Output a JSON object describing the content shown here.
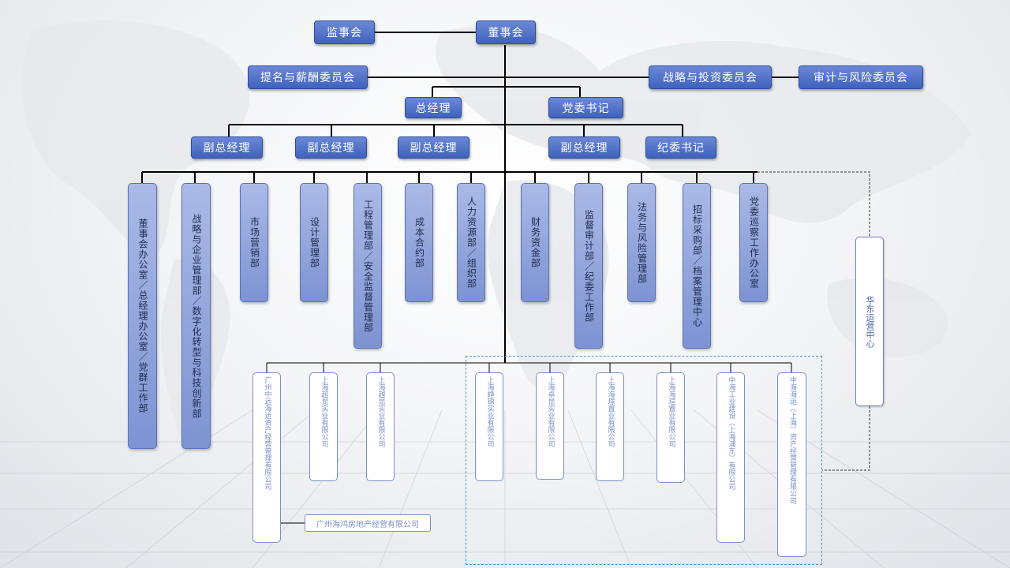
{
  "top": {
    "supervisory_board": "监事会",
    "board": "董事会"
  },
  "committees": {
    "nomination": "提名与薪酬委员会",
    "strategy": "战略与投资委员会",
    "audit_risk": "审计与风险委员会"
  },
  "executives": {
    "gm": "总经理",
    "party_secretary": "党委书记",
    "deputy_gm": [
      "副总经理",
      "副总经理",
      "副总经理",
      "副总经理"
    ],
    "discipline_secretary": "纪委书记"
  },
  "departments": [
    "董事会办公室／总经理办公室／党群工作部",
    "战略与企业管理部／数字化转型与科技创新部",
    "市场营销部",
    "设计管理部",
    "工程管理部／安全监督管理部",
    "成本合约部",
    "人力资源部／组织部",
    "财务资金部",
    "监督审计部／纪委工作部",
    "法务与风险管理部",
    "招标采购部／档案管理中心",
    "党委巡察工作办公室"
  ],
  "east_center": "华东运营中心",
  "subsidiaries": [
    "广州中远海运资产经营管理有限公司",
    "上海超昆实业有限公司",
    "上海越昆实业有限公司",
    "上海峥锦实业有限公司",
    "上海卓昆实业有限公司",
    "上海海璟置业有限公司",
    "上海海瑄置业有限公司",
    "中海工业建设（上海浦东）有限公司",
    "中海海运（上海）资产经营管理有限公司"
  ],
  "sub_subsidiary": "广州海鸿房地产经营有限公司",
  "colors": {
    "box_blue": "#3f62bd",
    "dept_blue": "#8fa3dc",
    "sub_text": "#7b8fc7",
    "dashed_frame": "#4f95c9",
    "lines": "#000000"
  }
}
